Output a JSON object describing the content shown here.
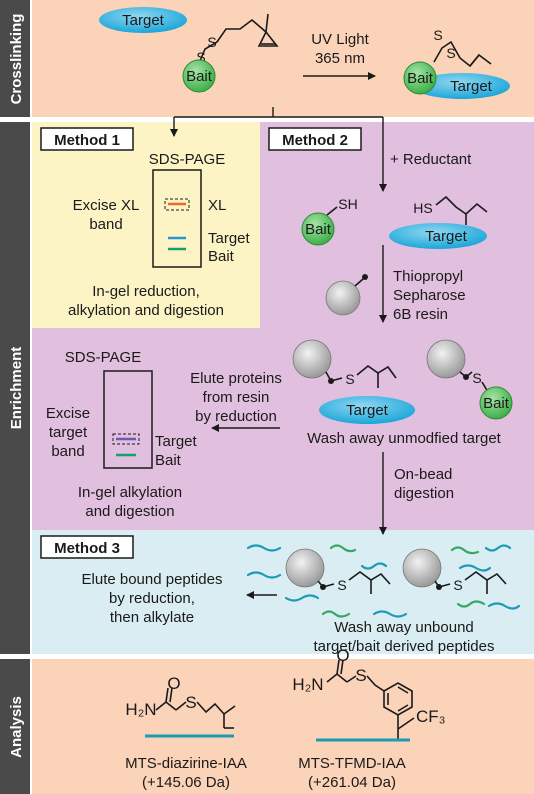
{
  "colors": {
    "sidebar": "#4a4a4a",
    "crosslinking_bg": "#fbd3b8",
    "enrichment_bg": "#e1bfde",
    "method1_bg": "#fdf4c6",
    "method3_bg": "#d9edf2",
    "analysis_bg": "#fbd3b8",
    "target_fill": "#1aa6d9",
    "bait_fill": "#3eb049",
    "xl_band": "#ea6b25",
    "target_band": "#2399d4",
    "bait_band": "#16a06b",
    "resin_fill": "#b8b8b8",
    "wash_text": "#2399d4",
    "peptide_teal": "#1c9bb6",
    "peptide_green": "#35a866"
  },
  "sidebar": {
    "crosslinking": "Crosslinking",
    "enrichment": "Enrichment",
    "analysis": "Analysis"
  },
  "crosslinking": {
    "target_label": "Target",
    "bait_label": "Bait",
    "uv_line1": "UV Light",
    "uv_line2": "365 nm",
    "product_bait": "Bait",
    "product_target": "Target"
  },
  "method1": {
    "title": "Method 1",
    "gel_title": "SDS-PAGE",
    "excise_line1": "Excise XL",
    "excise_line2": "band",
    "xl_label": "XL",
    "target_label": "Target",
    "bait_label": "Bait",
    "note_line1": "In-gel reduction,",
    "note_line2": "alkylation and digestion"
  },
  "method2": {
    "title": "Method 2",
    "reductant": "+ Reductant",
    "bait_label": "Bait",
    "sh_label": "SH",
    "hs_label": "HS",
    "target_label": "Target",
    "resin_line1": "Thiopropyl",
    "resin_line2": "Sepharose",
    "resin_line3": "6B resin",
    "elute_line1": "Elute proteins",
    "elute_line2": "from resin",
    "elute_line3": "by reduction",
    "bound_target": "Target",
    "bound_bait": "Bait",
    "s1": "S",
    "s2": "S",
    "wash": "Wash away unmodfied target",
    "gel_title": "SDS-PAGE",
    "excise_line1": "Excise",
    "excise_line2": "target",
    "excise_line3": "band",
    "gel_target": "Target",
    "gel_bait": "Bait",
    "note_line1": "In-gel alkylation",
    "note_line2": "and digestion",
    "onbead_line1": "On-bead",
    "onbead_line2": "digestion"
  },
  "method3": {
    "title": "Method 3",
    "elute_line1": "Elute bound peptides",
    "elute_line2": "by reduction,",
    "elute_line3": "then alkylate",
    "s1": "S",
    "s2": "S",
    "wash_line1": "Wash away unbound",
    "wash_line2": "target/bait derived peptides"
  },
  "analysis": {
    "reagent1_name": "MTS-diazirine-IAA",
    "reagent1_mass": "(+145.06 Da)",
    "reagent2_name": "MTS-TFMD-IAA",
    "reagent2_mass": "(+261.04 Da)",
    "h2n": "H₂N",
    "o": "O",
    "s": "S",
    "h2n_b": "H₂N",
    "o_b": "O",
    "s_b": "S",
    "cf3": "CF₃"
  }
}
